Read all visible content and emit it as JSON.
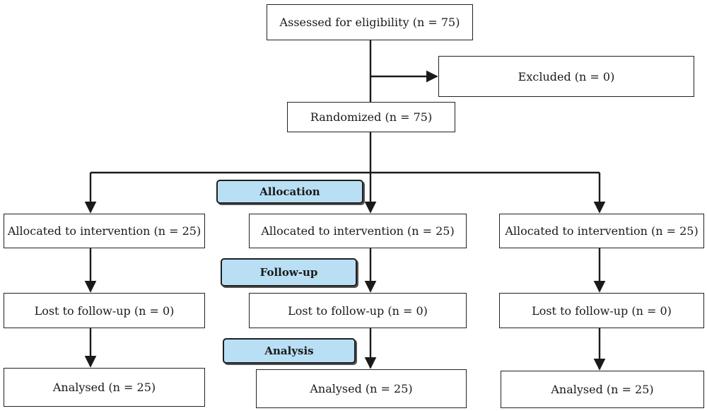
{
  "flowchart": {
    "assessed": "Assessed for eligibility (n = 75)",
    "excluded": "Excluded (n = 0)",
    "randomized": "Randomized (n = 75)",
    "stages": {
      "allocation": "Allocation",
      "follow_up": "Follow-up",
      "analysis": "Analysis"
    },
    "arms": [
      {
        "allocated": "Allocated to intervention (n = 25)",
        "lost": "Lost to follow-up (n = 0)",
        "analysed": "Analysed (n = 25)"
      },
      {
        "allocated": "Allocated to intervention (n = 25)",
        "lost": "Lost to follow-up (n = 0)",
        "analysed": "Analysed (n = 25)"
      },
      {
        "allocated": "Allocated to intervention (n = 25)",
        "lost": "Lost to follow-up (n = 0)",
        "analysed": "Analysed (n = 25)"
      }
    ]
  }
}
